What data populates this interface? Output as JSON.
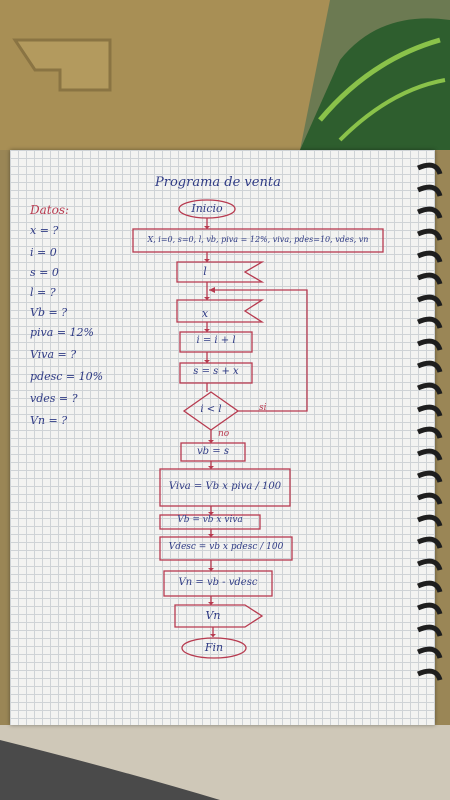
{
  "page": {
    "title": "Programa de venta"
  },
  "data_list": {
    "heading": "Datos:",
    "items": [
      "x = ?",
      "i = 0",
      "s = 0",
      "l = ?",
      "Vb = ?",
      "piva = 12%",
      "Viva = ?",
      "pdesc = 10%",
      "vdes = ?",
      "Vn = ?"
    ]
  },
  "flowchart": {
    "start": "Inicio",
    "init": "X, i=0, s=0, l, vb, piva = 12%, viva, pdes=10, vdes, vn",
    "input_l": "l",
    "input_x": "x",
    "step_i": "i = i + l",
    "step_s": "s = s + x",
    "decision": "i < l",
    "branch_yes": "si",
    "branch_no": "no",
    "step_vb": "vb = s",
    "step_viva": "Viva = Vb x piva / 100",
    "step_vb2": "Vb = vb x viva",
    "step_vdesc": "Vdesc = vb x pdesc / 100",
    "step_vn": "Vn = vb - vdesc",
    "output_vn": "Vn",
    "end": "Fin"
  },
  "colors": {
    "ink_blue": "#2f3b85",
    "ink_red": "#b73a4f",
    "paper": "#f3f3f1",
    "grid": "#cfd3d6"
  }
}
